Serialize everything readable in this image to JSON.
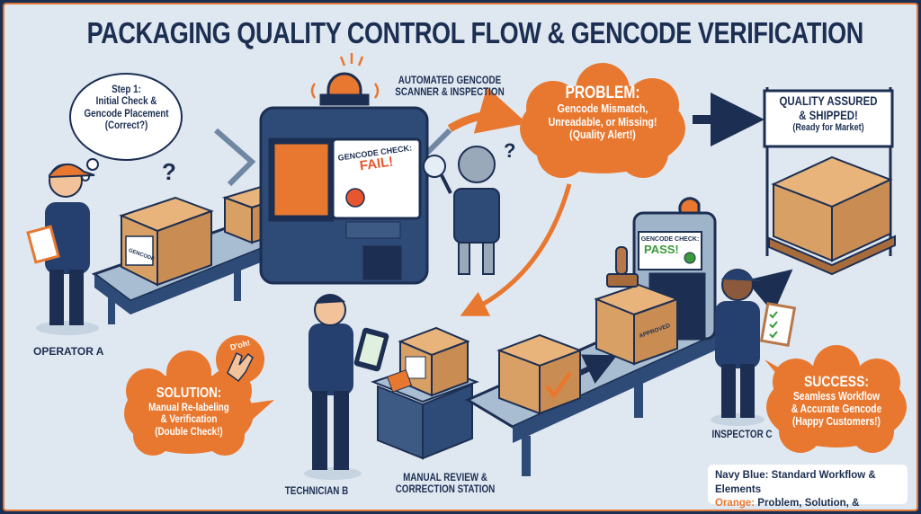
{
  "title": "PACKAGING QUALITY CONTROL FLOW & GENCODE VERIFICATION",
  "step1": {
    "l1": "Step 1:",
    "l2": "Initial Check &",
    "l3": "Gencode Placement",
    "l4": "(Correct?)"
  },
  "scanner_label": {
    "l1": "AUTOMATED GENCODE",
    "l2": "SCANNER & INSPECTION"
  },
  "fail_screen": {
    "l1": "GENCODE CHECK:",
    "l2": "FAIL!"
  },
  "box_label": "GENCODE",
  "problem": {
    "title": "PROBLEM:",
    "l1": "Gencode Mismatch,",
    "l2": "Unreadable, or Missing!",
    "l3": "(Quality Alert!)"
  },
  "shipped": {
    "l1": "QUALITY ASSURED",
    "l2": "& SHIPPED!",
    "l3": "(Ready for Market)"
  },
  "solution": {
    "title": "SOLUTION:",
    "l1": "Manual Re-labeling",
    "l2": "& Verification",
    "l3": "(Double Check!)",
    "doh": "D'oh!"
  },
  "pass_screen": {
    "l1": "GENCODE CHECK:",
    "l2": "PASS!"
  },
  "approved_stamp": "APPROVED",
  "success": {
    "title": "SUCCESS:",
    "l1": "Seamless Workflow",
    "l2": "& Accurate Gencode",
    "l3": "(Happy Customers!)"
  },
  "people": {
    "a": "OPERATOR A",
    "b": "TECHNICIAN B",
    "c": "INSPECTOR C"
  },
  "station": {
    "l1": "MANUAL REVIEW &",
    "l2": "CORRECTION STATION"
  },
  "legend": {
    "navy_key": "Navy Blue:",
    "navy_text": " Standard Workflow & Elements",
    "orange_key": "Orange:",
    "orange_text": " Problem, Solution, & Warning"
  },
  "colors": {
    "navy": "#1c2f52",
    "orange": "#e8782f",
    "background": "#dfe7f0",
    "box": "#d9a066",
    "pass": "#3a9a3a",
    "fail": "#e8562f"
  }
}
